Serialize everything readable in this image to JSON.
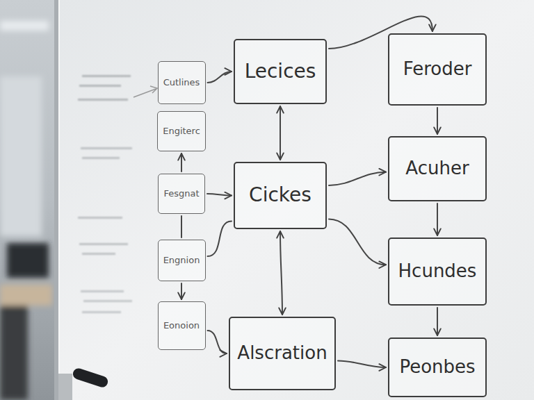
{
  "diagram": {
    "nodes": [
      {
        "text": [
          "Cutlines"
        ]
      },
      {
        "text": [
          "Engiterc"
        ]
      },
      {
        "text": [
          "Fesgnat"
        ]
      },
      {
        "text": [
          "Engnion"
        ]
      },
      {
        "text": [
          "Eonoion"
        ]
      },
      {
        "text": [
          "Lecices"
        ]
      },
      {
        "text": [
          "Cickes"
        ]
      },
      {
        "text": [
          "Alscration"
        ]
      },
      {
        "text": [
          "Feroder"
        ]
      },
      {
        "text": [
          "Acuher"
        ]
      },
      {
        "text": [
          "Hcundes"
        ]
      },
      {
        "text": [
          "Peonbes"
        ]
      }
    ],
    "edges": [
      {
        "from": 0,
        "to": 5,
        "arrow": "to"
      },
      {
        "from": 2,
        "to": 1,
        "arrow": "to"
      },
      {
        "from": 2,
        "to": 3,
        "arrow": "none"
      },
      {
        "from": 3,
        "to": 4,
        "arrow": "to"
      },
      {
        "from": 2,
        "to": 6,
        "arrow": "to"
      },
      {
        "from": 3,
        "to": 6,
        "arrow": "none"
      },
      {
        "from": 4,
        "to": 7,
        "arrow": "to"
      },
      {
        "from": 5,
        "to": 6,
        "arrow": "both"
      },
      {
        "from": 6,
        "to": 7,
        "arrow": "both"
      },
      {
        "from": 5,
        "to": 8,
        "arrow": "to"
      },
      {
        "from": 6,
        "to": 9,
        "arrow": "to"
      },
      {
        "from": 6,
        "to": 10,
        "arrow": "to"
      },
      {
        "from": 7,
        "to": 11,
        "arrow": "to"
      },
      {
        "from": 8,
        "to": 9,
        "arrow": "to"
      },
      {
        "from": 9,
        "to": 10,
        "arrow": "to"
      },
      {
        "from": 10,
        "to": 11,
        "arrow": "to"
      }
    ]
  }
}
